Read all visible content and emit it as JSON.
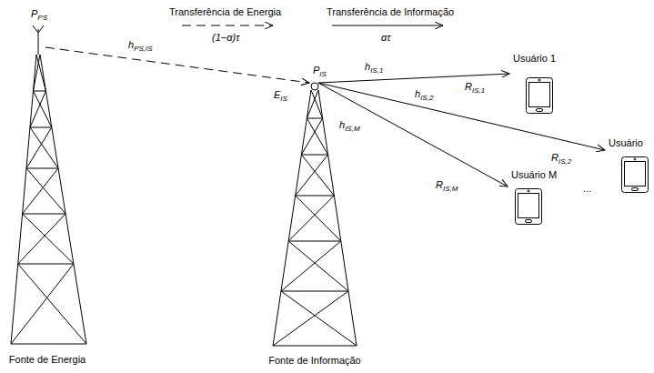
{
  "diagram": {
    "nodes": [
      {
        "text": [
          "Fonte de Energia"
        ]
      },
      {
        "text": [
          "Fonte de Informação"
        ]
      },
      {
        "text": [
          "Usuário 1"
        ]
      },
      {
        "text": [
          "Usuário"
        ]
      },
      {
        "text": [
          "Usuário M"
        ]
      }
    ],
    "edges": [
      {
        "from": 0,
        "to": 1,
        "arrow": "to",
        "label": "hPS,IS"
      },
      {
        "from": 1,
        "to": 2,
        "arrow": "to",
        "label": "hIS,1"
      },
      {
        "from": 1,
        "to": 3,
        "arrow": "to",
        "label": "hIS,2"
      },
      {
        "from": 1,
        "to": 4,
        "arrow": "to",
        "label": "hIS,M"
      }
    ],
    "labels": [
      "PPS",
      "Transferência de Energia",
      "(1−α)τ",
      "Transferência de Informação",
      "ατ",
      "PIS",
      "EIS",
      "RIS,1",
      "RIS,2",
      "RIS,M",
      "..."
    ]
  }
}
